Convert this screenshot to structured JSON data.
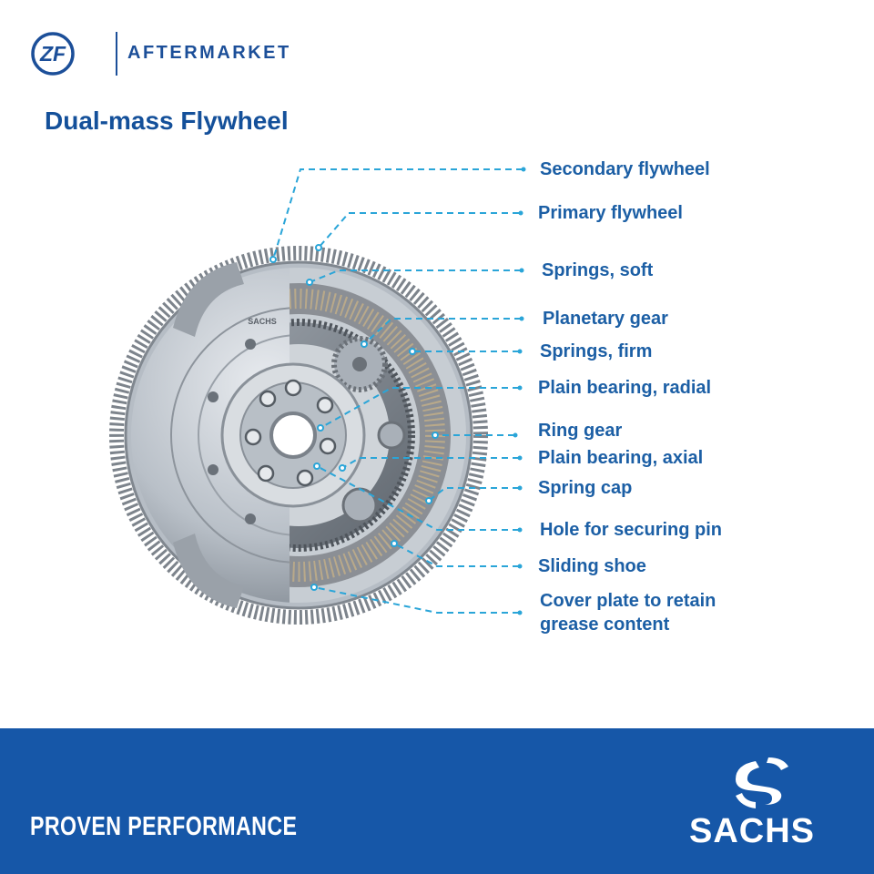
{
  "brand": {
    "logo_text": "ZF",
    "division": "AFTERMARKET",
    "colors": {
      "brand_blue": "#1657a8",
      "label_blue": "#1c5fa5",
      "leader_cyan": "#2aa5d8"
    }
  },
  "title": "Dual-mass Flywheel",
  "labels": [
    {
      "id": "secondary-flywheel",
      "text": "Secondary flywheel"
    },
    {
      "id": "primary-flywheel",
      "text": "Primary flywheel"
    },
    {
      "id": "springs-soft",
      "text": "Springs, soft"
    },
    {
      "id": "planetary-gear",
      "text": "Planetary gear"
    },
    {
      "id": "springs-firm",
      "text": "Springs, firm"
    },
    {
      "id": "plain-bearing-radial",
      "text": "Plain bearing, radial"
    },
    {
      "id": "ring-gear",
      "text": "Ring gear"
    },
    {
      "id": "plain-bearing-axial",
      "text": "Plain bearing, axial"
    },
    {
      "id": "spring-cap",
      "text": "Spring cap"
    },
    {
      "id": "hole-for-securing-pin",
      "text": "Hole for securing pin"
    },
    {
      "id": "sliding-shoe",
      "text": "Sliding shoe"
    },
    {
      "id": "cover-plate",
      "text": "Cover plate to retain grease content"
    }
  ],
  "product_stamp": "SACHS",
  "footer": {
    "tagline": "PROVEN PERFORMANCE",
    "brand": "SACHS"
  }
}
